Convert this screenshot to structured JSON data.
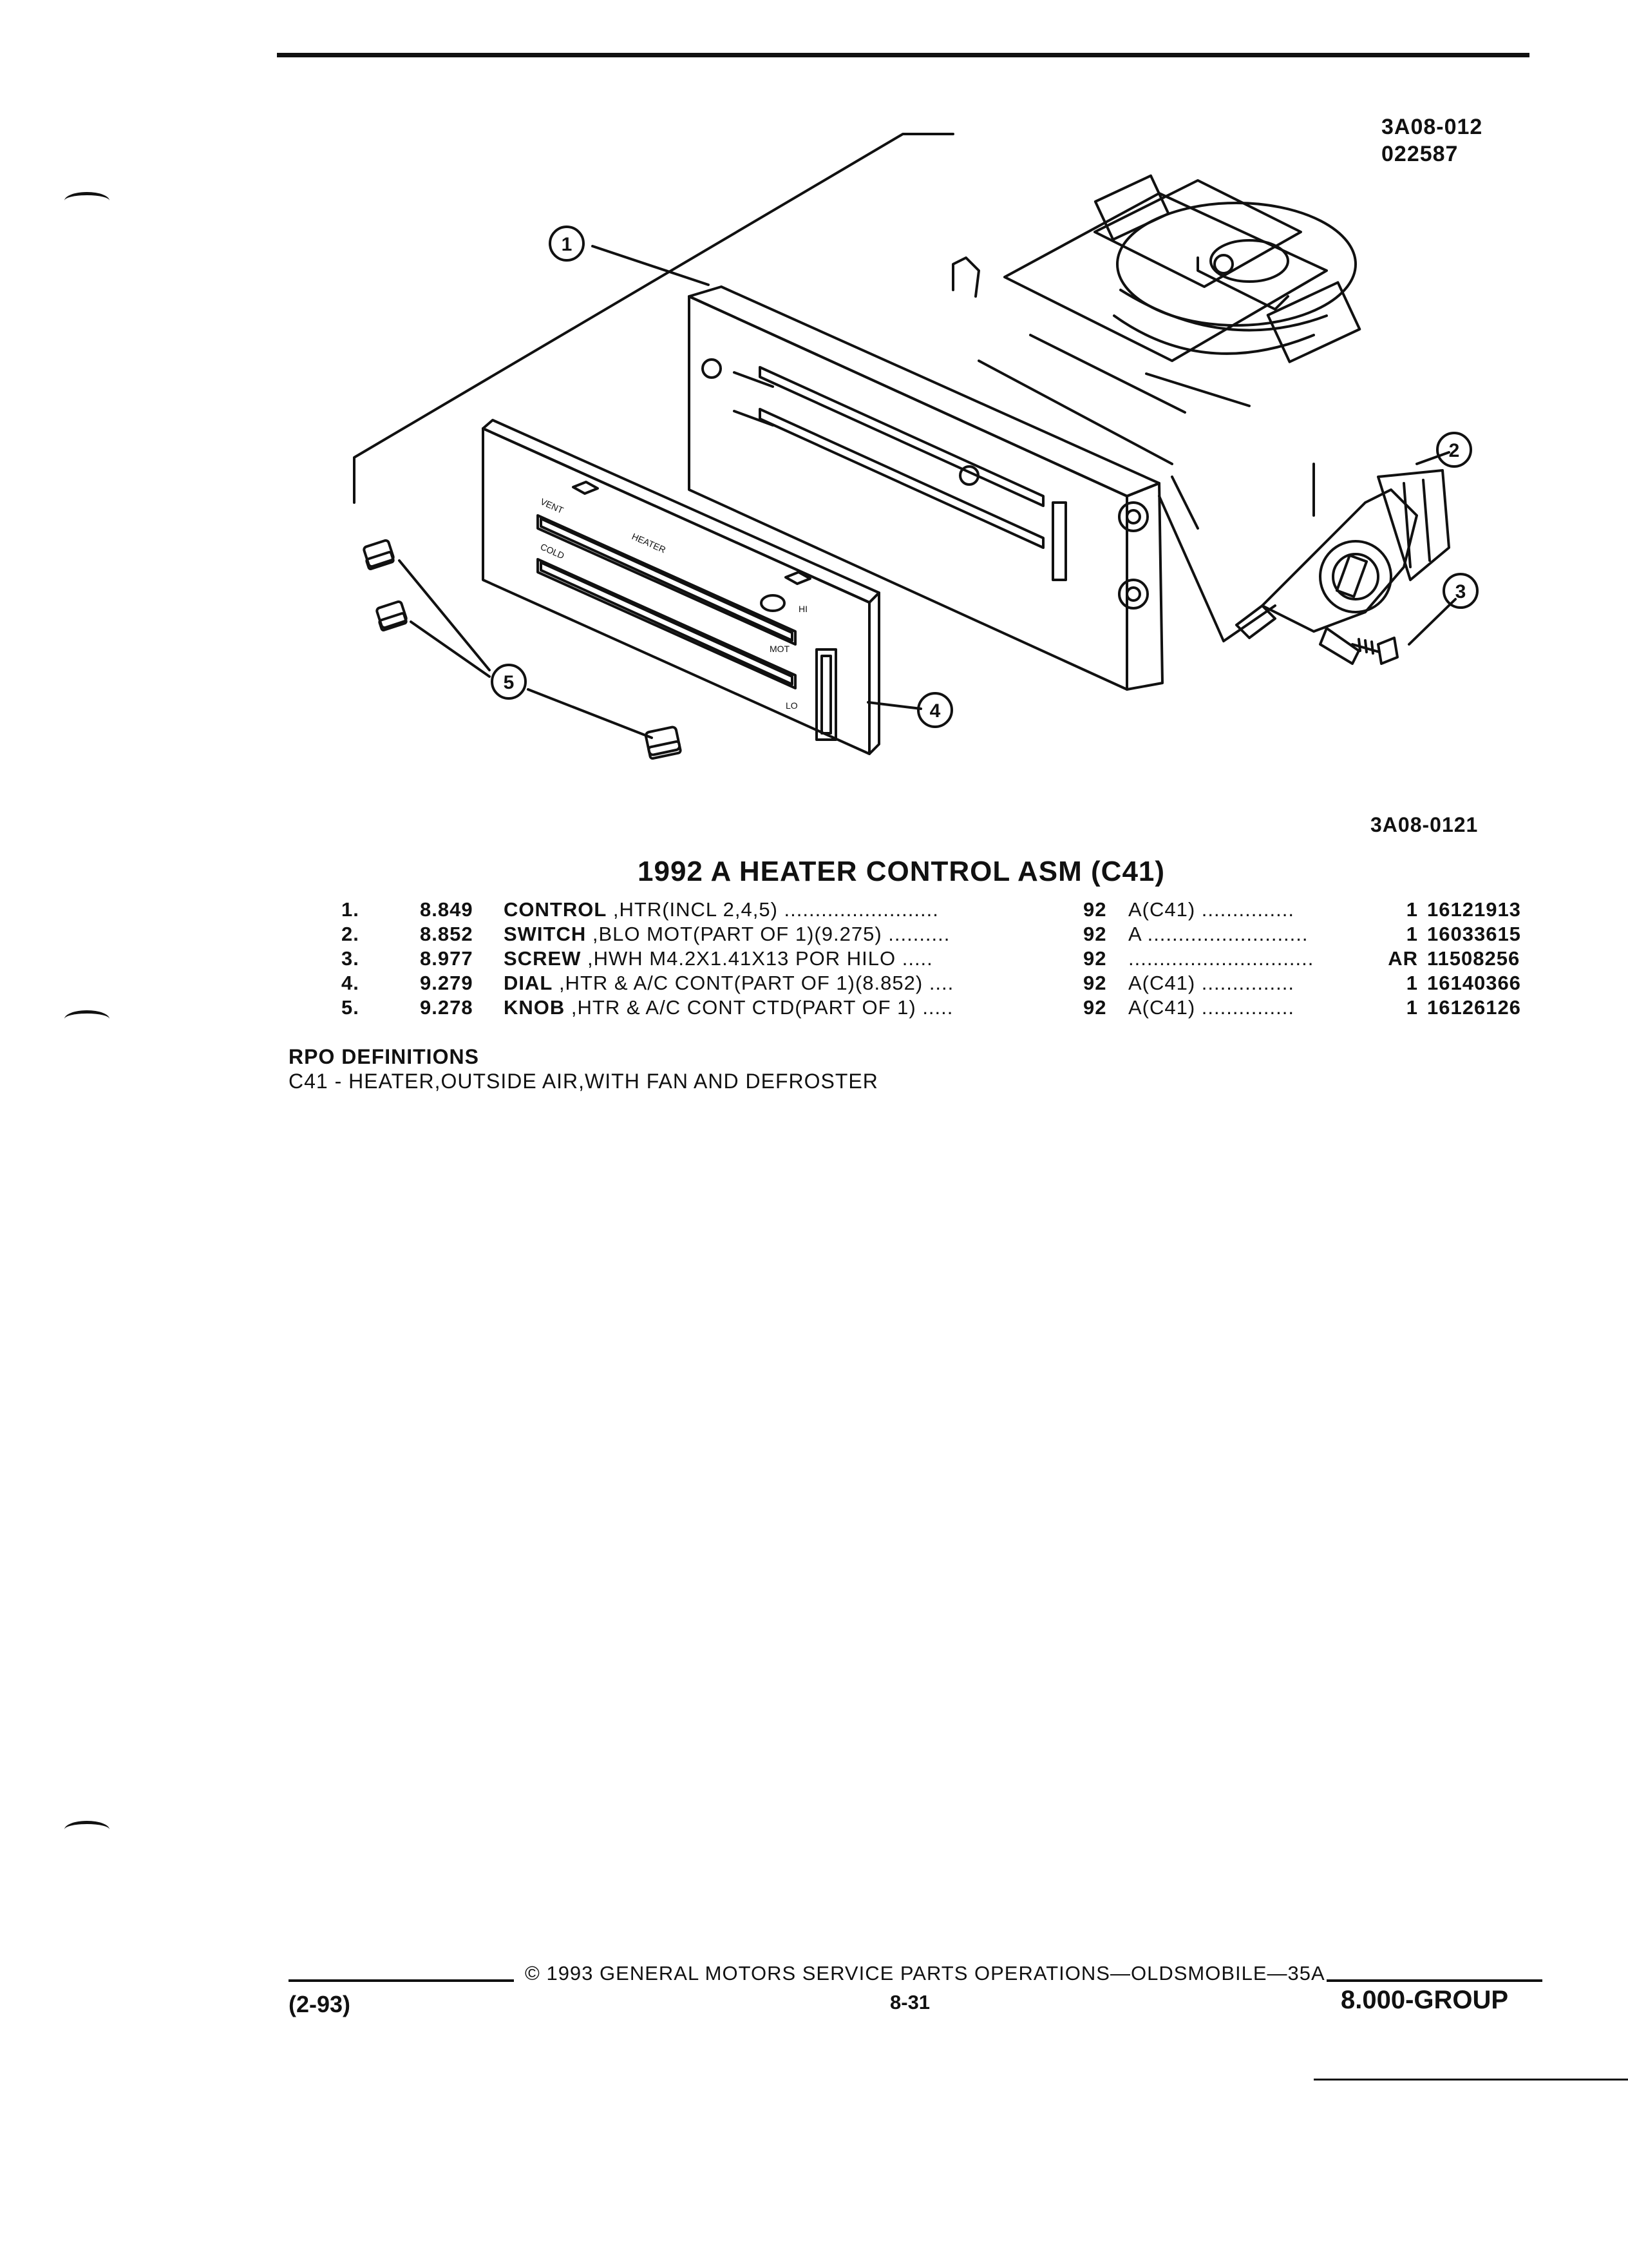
{
  "figure": {
    "id_top_line1": "3A08-012",
    "id_top_line2": "022587",
    "id_bottom": "3A08-0121",
    "callouts": [
      "1",
      "2",
      "3",
      "4",
      "5"
    ],
    "panel_labels": {
      "vent": "VENT",
      "heater": "HEATER",
      "cold": "COLD",
      "hi": "HI",
      "mot": "MOT",
      "lo": "LO"
    }
  },
  "section_title": "1992 A HEATER CONTROL ASM (C41)",
  "parts": [
    {
      "no": "1.",
      "group": "8.849",
      "name": "CONTROL",
      "desc": " ,HTR(INCL 2,4,5) .........................",
      "year": "92",
      "model": "A(C41) ...............",
      "qty": "1",
      "part_no": "16121913"
    },
    {
      "no": "2.",
      "group": "8.852",
      "name": "SWITCH",
      "desc": " ,BLO MOT(PART OF 1)(9.275) ..........",
      "year": "92",
      "model": "A ..........................",
      "qty": "1",
      "part_no": "16033615"
    },
    {
      "no": "3.",
      "group": "8.977",
      "name": "SCREW",
      "desc": " ,HWH M4.2X1.41X13 POR HILO .....",
      "year": "92",
      "model": "..............................",
      "qty": "AR",
      "part_no": "11508256"
    },
    {
      "no": "4.",
      "group": "9.279",
      "name": "DIAL",
      "desc": " ,HTR & A/C CONT(PART OF 1)(8.852) ....",
      "year": "92",
      "model": "A(C41) ...............",
      "qty": "1",
      "part_no": "16140366"
    },
    {
      "no": "5.",
      "group": "9.278",
      "name": "KNOB",
      "desc": " ,HTR & A/C CONT CTD(PART OF 1) .....",
      "year": "92",
      "model": "A(C41) ...............",
      "qty": "1",
      "part_no": "16126126"
    }
  ],
  "rpo": {
    "heading": "RPO DEFINITIONS",
    "definition": "C41 - HEATER,OUTSIDE AIR,WITH FAN AND DEFROSTER"
  },
  "footer": {
    "copyright": "© 1993 GENERAL MOTORS SERVICE PARTS OPERATIONS—OLDSMOBILE—35A",
    "page": "8-31",
    "date_code": "(2-93)",
    "group": "8.000-GROUP"
  }
}
